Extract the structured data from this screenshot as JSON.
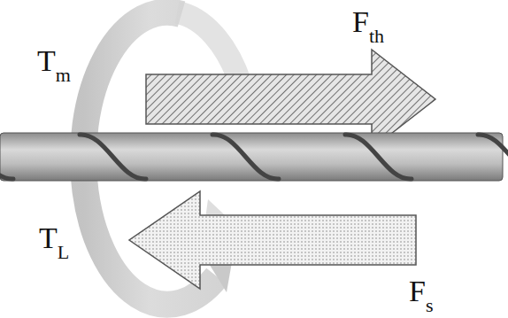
{
  "diagram": {
    "labels": [
      "T",
      "m",
      "F",
      "th",
      "T",
      "L",
      "F",
      "s"
    ]
  }
}
